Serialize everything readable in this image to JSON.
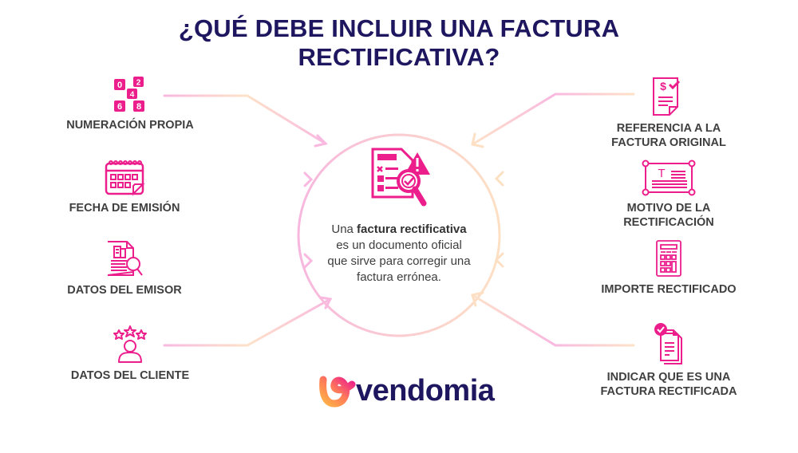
{
  "title": {
    "line1": "¿QUÉ DEBE INCLUIR UNA FACTURA",
    "line2": "RECTIFICATIVA?"
  },
  "colors": {
    "title": "#1e1760",
    "accent_pink": "#ec1e8c",
    "connector_pink": "#f9b8e0",
    "connector_peach": "#fde2c8",
    "label_text": "#3f3f3f"
  },
  "center": {
    "icon": "invoice-magnifier-warning-icon",
    "text_prefix": "Una ",
    "text_bold": "factura rectificativa",
    "text_line2": "es un documento oficial",
    "text_line3": "que sirve para corregir una",
    "text_line4": "factura errónea."
  },
  "left_items": [
    {
      "label": "NUMERACIÓN PROPIA",
      "icon": "number-blocks-icon",
      "digits": [
        "0",
        "2",
        "4",
        "6",
        "8"
      ]
    },
    {
      "label": "FECHA DE EMISIÓN",
      "icon": "calendar-icon"
    },
    {
      "label": "DATOS DEL EMISOR",
      "icon": "company-document-search-icon"
    },
    {
      "label": "DATOS DEL CLIENTE",
      "icon": "client-stars-icon"
    }
  ],
  "right_items": [
    {
      "label_line1": "REFERENCIA A LA",
      "label_line2": "FACTURA ORIGINAL",
      "icon": "invoice-dollar-check-icon",
      "symbol": "$"
    },
    {
      "label_line1": "MOTIVO DE LA",
      "label_line2": "RECTIFICACIÓN",
      "icon": "text-frame-icon",
      "symbol": "T"
    },
    {
      "label_line1": "IMPORTE RECTIFICADO",
      "label_line2": "",
      "icon": "calculator-icon"
    },
    {
      "label_line1": "INDICAR QUE ES UNA",
      "label_line2": "FACTURA RECTIFICADA",
      "icon": "documents-check-icon"
    }
  ],
  "brand": {
    "name": "vendomia",
    "logo_icon": "vendomia-swirl-logo-icon"
  }
}
